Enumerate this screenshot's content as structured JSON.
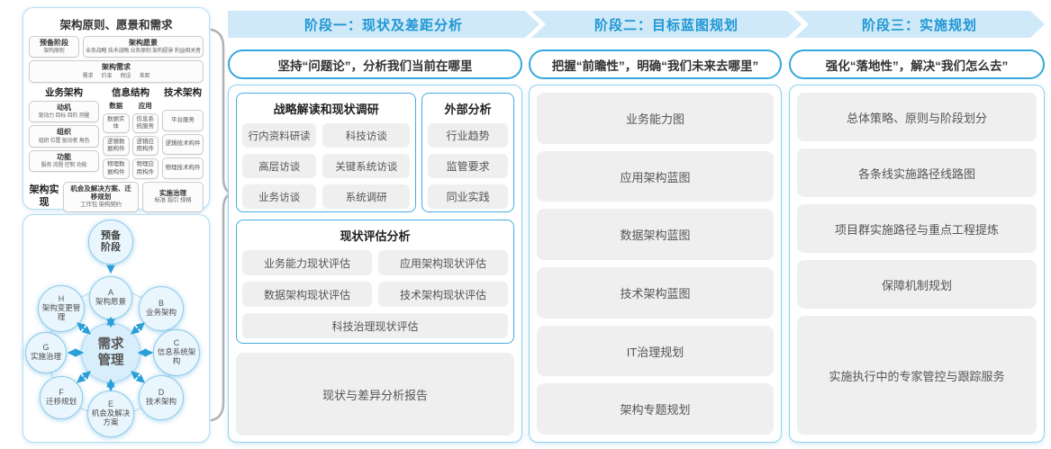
{
  "framework": {
    "title": "架构原则、愿景和需求",
    "prep_title": "预备阶段",
    "prep_sub": "架构原则",
    "vision_title": "架构愿景",
    "vision_sub": "业务战略 技术战略 业务原则 架构愿景 利益相关者",
    "req_title": "架构需求",
    "req_sub": "需求 约束 假设 差距",
    "business": {
      "title": "业务架构",
      "motivation_title": "动机",
      "motivation_sub": "驱动力 目标 目的 测量",
      "org_title": "组织",
      "org_sub": "组织 位置 驱动者 角色",
      "function_title": "功能",
      "function_sub": "服务 流程 控制 功能"
    },
    "information": {
      "title": "信息结构",
      "data_title": "数据",
      "data_items": [
        "数据实体",
        "逻辑数据构件",
        "物理数据构件"
      ],
      "app_title": "应用",
      "app_items": [
        "信息系统服务",
        "逻辑应用构件",
        "物理应用构件"
      ]
    },
    "technology": {
      "title": "技术架构",
      "items": [
        "平台服务",
        "逻辑技术构件",
        "物理技术构件"
      ]
    },
    "realization": {
      "title": "架构实现",
      "box1_title": "机会及解决方案、迁移规划",
      "box1_sub": "工作包 架构契约",
      "box2_title": "实施治理",
      "box2_sub": "标准 指引 规格"
    }
  },
  "adm": {
    "prep": "预备阶段",
    "center": "需求管理",
    "nodes": [
      {
        "letter": "A",
        "label": "架构愿景"
      },
      {
        "letter": "B",
        "label": "业务架构"
      },
      {
        "letter": "C",
        "label": "信息系统架构"
      },
      {
        "letter": "D",
        "label": "技术架构"
      },
      {
        "letter": "E",
        "label": "机会及解决方案"
      },
      {
        "letter": "F",
        "label": "迁移规划"
      },
      {
        "letter": "G",
        "label": "实施治理"
      },
      {
        "letter": "H",
        "label": "架构变更管理"
      }
    ]
  },
  "phases": [
    {
      "title": "阶段一：现状及差距分析",
      "subtitle": "坚持“问题论”，分析我们当前在哪里",
      "strategy_title": "战略解读和现状调研",
      "strategy_items": [
        "行内资料研读",
        "科技访谈",
        "高层访谈",
        "关键系统访谈",
        "业务访谈",
        "系统调研"
      ],
      "external_title": "外部分析",
      "external_items": [
        "行业趋势",
        "监管要求",
        "同业实践"
      ],
      "assessment_title": "现状评估分析",
      "assessment_items": [
        "业务能力现状评估",
        "应用架构现状评估",
        "数据架构现状评估",
        "技术架构现状评估"
      ],
      "assessment_full": "科技治理现状评估",
      "report": "现状与差异分析报告"
    },
    {
      "title": "阶段二：目标蓝图规划",
      "subtitle": "把握“前瞻性”，明确“我们未来去哪里”",
      "items": [
        "业务能力图",
        "应用架构蓝图",
        "数据架构蓝图",
        "技术架构蓝图",
        "IT治理规划",
        "架构专题规划"
      ]
    },
    {
      "title": "阶段三：实施规划",
      "subtitle": "强化“落地性”，解决“我们怎么去”",
      "items": [
        "总体策略、原则与阶段划分",
        "各条线实施路径线路图",
        "项目群实施路径与重点工程提炼",
        "保障机制规划"
      ],
      "big_item": "实施执行中的专家管控与跟踪服务"
    }
  ],
  "colors": {
    "accent_blue": "#2b9fd8",
    "band_bg": "#cfe9f8",
    "title_blue": "#1f97d4",
    "panel_border": "#8fd0f0",
    "item_gray": "#efefef",
    "brace_gray": "#b3b3b3"
  }
}
